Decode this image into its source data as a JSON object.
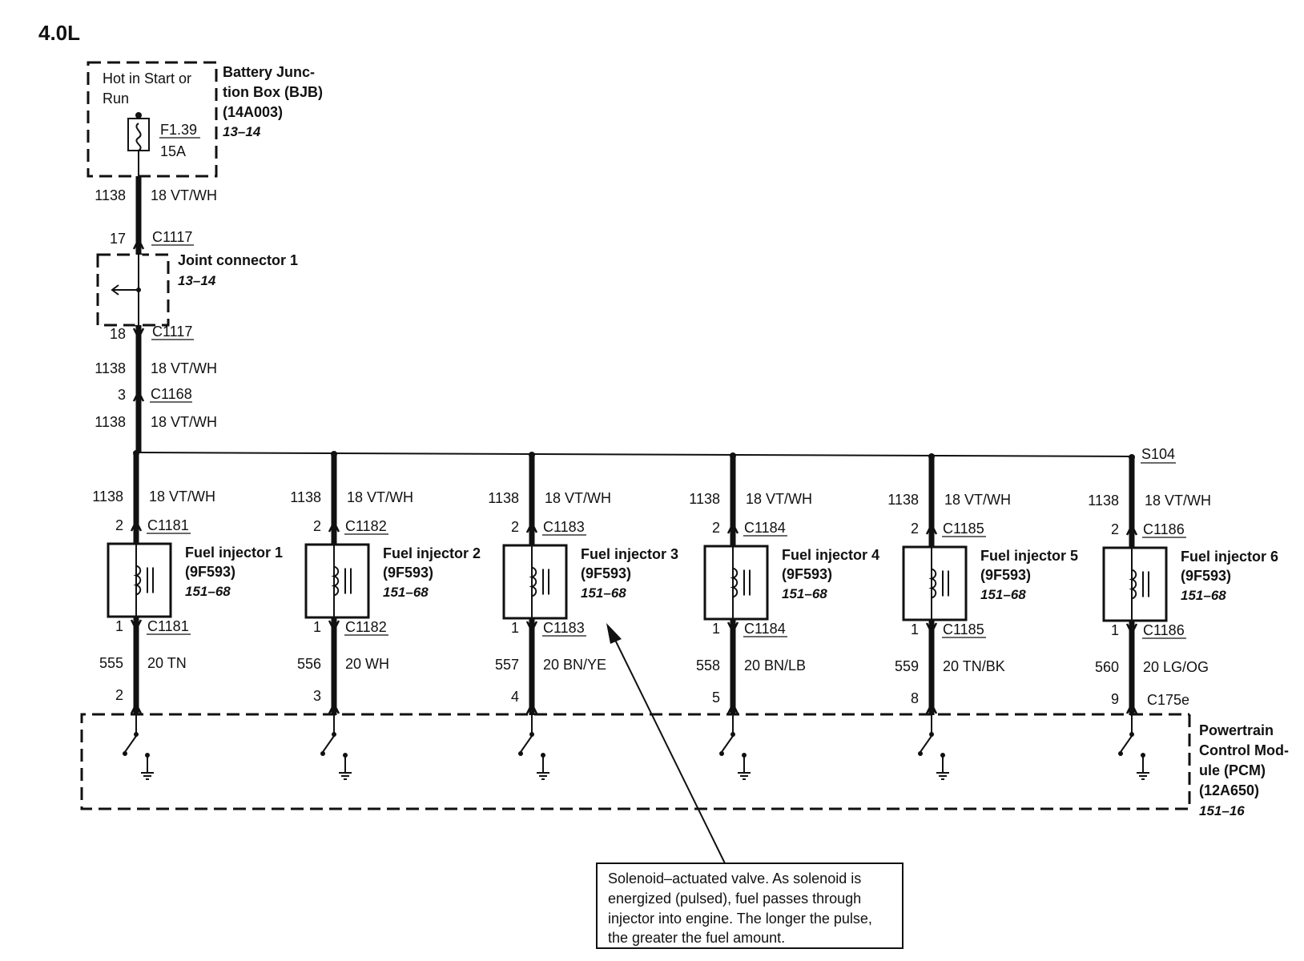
{
  "title": "4.0L",
  "bjb": {
    "hot_line1": "Hot in Start or",
    "hot_line2": "Run",
    "name_line1": "Battery Junc-",
    "name_line2": "tion Box (BJB)",
    "part": "(14A003)",
    "ref": "13–14",
    "fuse_id": "F1.39",
    "fuse_rating": "15A"
  },
  "upper_wires": [
    {
      "circuit": "1138",
      "gauge_color": "18 VT/WH"
    },
    {
      "circuit": "1138",
      "gauge_color": "18 VT/WH"
    },
    {
      "circuit": "1138",
      "gauge_color": "18 VT/WH"
    }
  ],
  "joint_connector": {
    "name": "Joint connector 1",
    "ref": "13–14",
    "top_pin": "17",
    "top_connector": "C1117",
    "bottom_pin": "18",
    "bottom_connector": "C1117"
  },
  "inline_connector": {
    "pin": "3",
    "connector": "C1168"
  },
  "splice": "S104",
  "injectors": [
    {
      "name": "Fuel injector 1",
      "part": "(9F593)",
      "ref": "151–68",
      "feed_circuit": "1138",
      "feed_wire": "18 VT/WH",
      "top_pin": "2",
      "connector": "C1181",
      "bottom_pin": "1",
      "out_circuit": "555",
      "out_wire": "20 TN",
      "pcm_pin": "2"
    },
    {
      "name": "Fuel injector 2",
      "part": "(9F593)",
      "ref": "151–68",
      "feed_circuit": "1138",
      "feed_wire": "18 VT/WH",
      "top_pin": "2",
      "connector": "C1182",
      "bottom_pin": "1",
      "out_circuit": "556",
      "out_wire": "20 WH",
      "pcm_pin": "3"
    },
    {
      "name": "Fuel injector 3",
      "part": "(9F593)",
      "ref": "151–68",
      "feed_circuit": "1138",
      "feed_wire": "18 VT/WH",
      "top_pin": "2",
      "connector": "C1183",
      "bottom_pin": "1",
      "out_circuit": "557",
      "out_wire": "20 BN/YE",
      "pcm_pin": "4"
    },
    {
      "name": "Fuel injector 4",
      "part": "(9F593)",
      "ref": "151–68",
      "feed_circuit": "1138",
      "feed_wire": "18 VT/WH",
      "top_pin": "2",
      "connector": "C1184",
      "bottom_pin": "1",
      "out_circuit": "558",
      "out_wire": "20 BN/LB",
      "pcm_pin": "5"
    },
    {
      "name": "Fuel injector 5",
      "part": "(9F593)",
      "ref": "151–68",
      "feed_circuit": "1138",
      "feed_wire": "18 VT/WH",
      "top_pin": "2",
      "connector": "C1185",
      "bottom_pin": "1",
      "out_circuit": "559",
      "out_wire": "20 TN/BK",
      "pcm_pin": "8"
    },
    {
      "name": "Fuel injector 6",
      "part": "(9F593)",
      "ref": "151–68",
      "feed_circuit": "1138",
      "feed_wire": "18 VT/WH",
      "top_pin": "2",
      "connector": "C1186",
      "bottom_pin": "1",
      "out_circuit": "560",
      "out_wire": "20 LG/OG",
      "pcm_pin": "9"
    }
  ],
  "pcm": {
    "connector": "C175e",
    "name_line1": "Powertrain",
    "name_line2": "Control Mod-",
    "name_line3": "ule (PCM)",
    "part": "(12A650)",
    "ref": "151–16"
  },
  "note": {
    "line1": "Solenoid–actuated valve. As solenoid is",
    "line2": "energized (pulsed), fuel passes through",
    "line3": "injector into engine. The longer the pulse,",
    "line4": "the greater the fuel amount."
  }
}
